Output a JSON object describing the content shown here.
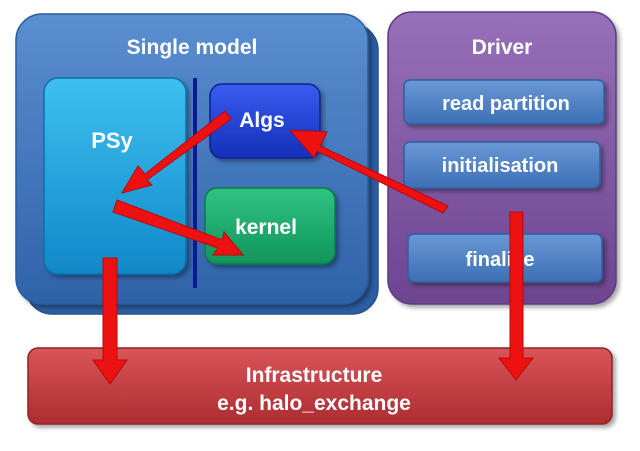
{
  "single_model": {
    "title": "Single model",
    "psy_label": "PSy",
    "algs_label": "Algs",
    "kernel_label": "kernel"
  },
  "driver": {
    "title": "Driver",
    "steps": [
      "read partition",
      "initialisation",
      "finalise"
    ]
  },
  "infrastructure": {
    "line1": "Infrastructure",
    "line2": "e.g. halo_exchange"
  },
  "colors": {
    "model_blue": "#3d73b8",
    "psy_cyan": "#1aa0dc",
    "algs_blue": "#1a3fd6",
    "kernel_green": "#19a86a",
    "driver_purple": "#8054a0",
    "step_blue": "#4b7fc4",
    "infra_red": "#c43a3d",
    "arrow_red": "#ee1111"
  }
}
